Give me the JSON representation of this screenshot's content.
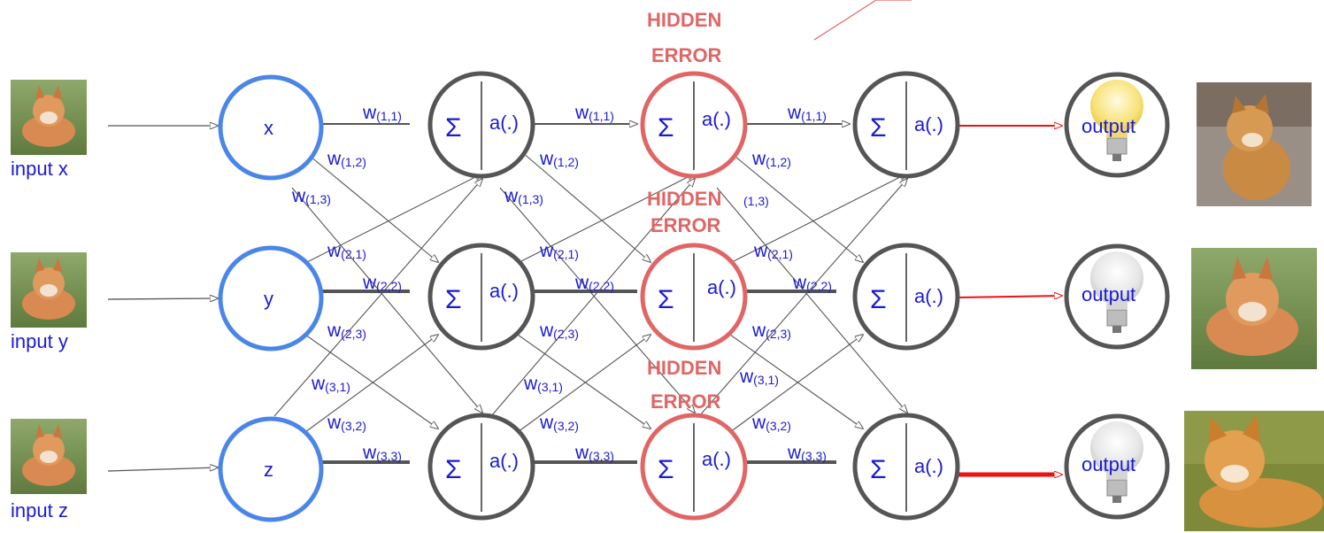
{
  "inputs": [
    {
      "label": "input x",
      "node": "x"
    },
    {
      "label": "input y",
      "node": "y"
    },
    {
      "label": "input z",
      "node": "z"
    }
  ],
  "neuron": {
    "sum_symbol": "Σ",
    "activation": "a(.)"
  },
  "output_label": "output",
  "hidden_error": {
    "line1": "HIDDEN",
    "line2": "ERROR"
  },
  "weights": {
    "w": "w",
    "w11": "(1,1)",
    "w12": "(1,2)",
    "w13": "(1,3)",
    "w21": "(2,1)",
    "w22": "(2,2)",
    "w23": "(2,3)",
    "w31": "(3,1)",
    "w32": "(3,2)",
    "w33": "(3,3)"
  },
  "colors": {
    "input_node": "#4a86e8",
    "neuron": "#555555",
    "error_neuron": "#e06666",
    "text": "#1a1ad6",
    "output_arrow": "#ee1111"
  },
  "images": {
    "input_fox": "fox-photo",
    "output_1": "shiba-dog-photo",
    "output_2": "fox-photo",
    "output_3": "cat-photo",
    "bulb_on": "lit-lightbulb-icon",
    "bulb_off": "unlit-lightbulb-icon"
  }
}
